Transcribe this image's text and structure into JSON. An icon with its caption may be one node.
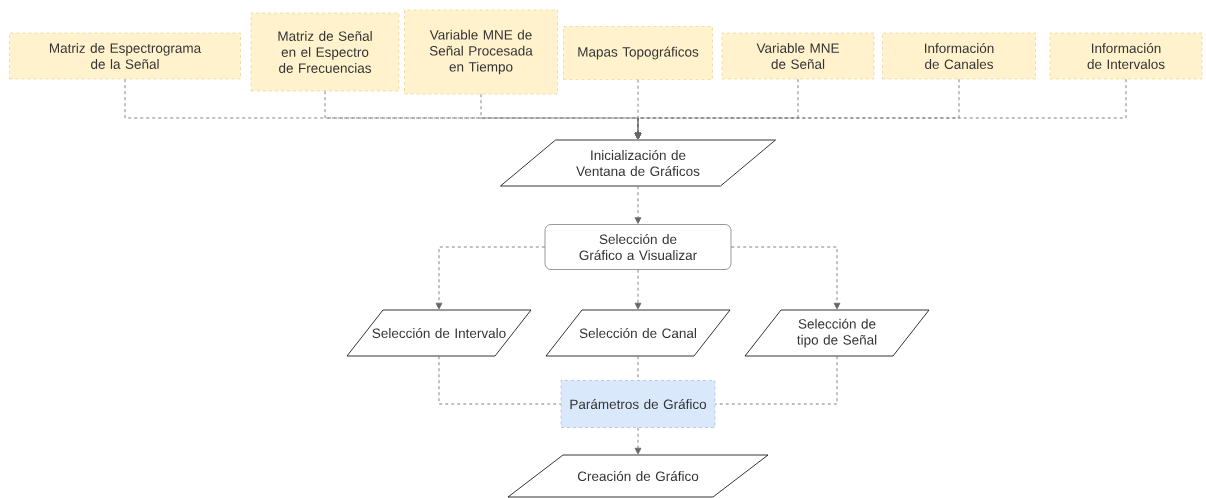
{
  "diagram": {
    "nodes": [
      {
        "text": [
          "Matriz de Espectrograma de la Señal"
        ]
      },
      {
        "text": [
          "Matriz de Señal en el Espectro de Frecuencias"
        ]
      },
      {
        "text": [
          "Variable MNE de Señal Procesada en Tiempo"
        ]
      },
      {
        "text": [
          "Mapas Topográficos"
        ]
      },
      {
        "text": [
          "Variable MNE de Señal"
        ]
      },
      {
        "text": [
          "Información de Canales"
        ]
      },
      {
        "text": [
          "Información de Intervalos"
        ]
      },
      {
        "text": [
          "Inicialización de Ventana de Gráficos"
        ]
      },
      {
        "text": [
          "Selección de Gráfico a Visualizar"
        ]
      },
      {
        "text": [
          "Selección de Intervalo"
        ]
      },
      {
        "text": [
          "Selección de Canal"
        ]
      },
      {
        "text": [
          "Selección de tipo de Señal"
        ]
      },
      {
        "text": [
          "Parámetros de Gráfico"
        ]
      },
      {
        "text": [
          "Creación de Gráfico"
        ]
      }
    ],
    "edges": [
      {
        "from": 0,
        "to": 7,
        "arrow": "to",
        "style": "dashed"
      },
      {
        "from": 1,
        "to": 7,
        "arrow": "to",
        "style": "dashed"
      },
      {
        "from": 2,
        "to": 7,
        "arrow": "to",
        "style": "dashed"
      },
      {
        "from": 3,
        "to": 7,
        "arrow": "to",
        "style": "dashed"
      },
      {
        "from": 4,
        "to": 7,
        "arrow": "to",
        "style": "dashed"
      },
      {
        "from": 5,
        "to": 7,
        "arrow": "to",
        "style": "dashed"
      },
      {
        "from": 6,
        "to": 7,
        "arrow": "to",
        "style": "dashed"
      },
      {
        "from": 7,
        "to": 8,
        "arrow": "to",
        "style": "dashed"
      },
      {
        "from": 8,
        "to": 9,
        "arrow": "to",
        "style": "dashed"
      },
      {
        "from": 8,
        "to": 10,
        "arrow": "to",
        "style": "dashed"
      },
      {
        "from": 8,
        "to": 11,
        "arrow": "to",
        "style": "dashed"
      },
      {
        "from": 9,
        "to": 12,
        "arrow": "none",
        "style": "dashed"
      },
      {
        "from": 10,
        "to": 12,
        "arrow": "none",
        "style": "dashed"
      },
      {
        "from": 11,
        "to": 12,
        "arrow": "none",
        "style": "dashed"
      },
      {
        "from": 12,
        "to": 13,
        "arrow": "to",
        "style": "dashed"
      }
    ]
  }
}
